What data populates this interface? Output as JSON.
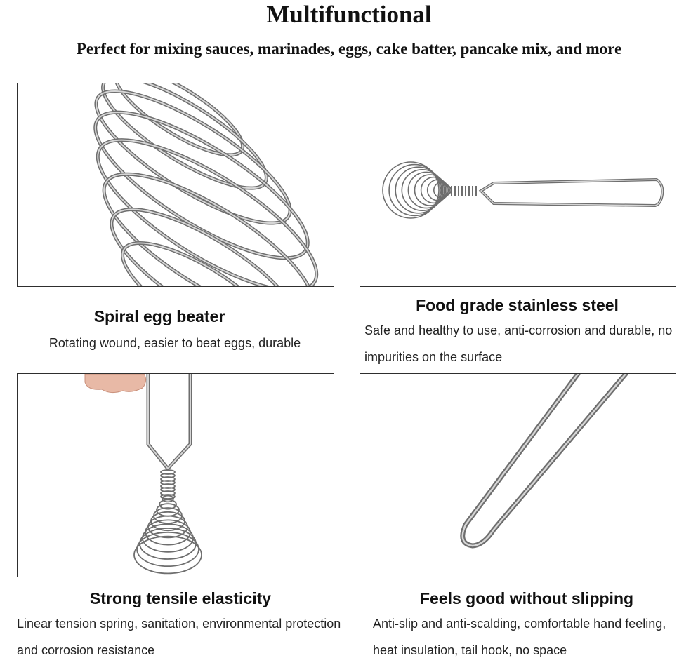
{
  "header": {
    "title": "Multifunctional",
    "subtitle": "Perfect for mixing sauces, marinades, eggs, cake batter, pancake mix, and more"
  },
  "features": [
    {
      "heading": "Spiral egg beater",
      "description": "Rotating wound, easier to beat eggs, durable",
      "image_icon": "spiral-coil-closeup"
    },
    {
      "heading": "Food grade stainless steel",
      "description": "Safe and healthy to use, anti-corrosion and durable, no impurities on the surface",
      "image_icon": "spring-whisk-full"
    },
    {
      "heading": "Strong tensile elasticity",
      "description": "Linear tension spring, sanitation, environmental protection and corrosion resistance",
      "image_icon": "whisk-held-in-hand"
    },
    {
      "heading": "Feels good without slipping",
      "description": "Anti-slip and anti-scalding, comfortable hand feeling, heat insulation, tail hook, no space",
      "image_icon": "wire-handle-loop"
    }
  ],
  "colors": {
    "text": "#111111",
    "frame_border": "#2e2e2e",
    "steel_dark": "#6e6e6e",
    "steel_light": "#d6d6d6",
    "skin": "#e8b9a6"
  }
}
